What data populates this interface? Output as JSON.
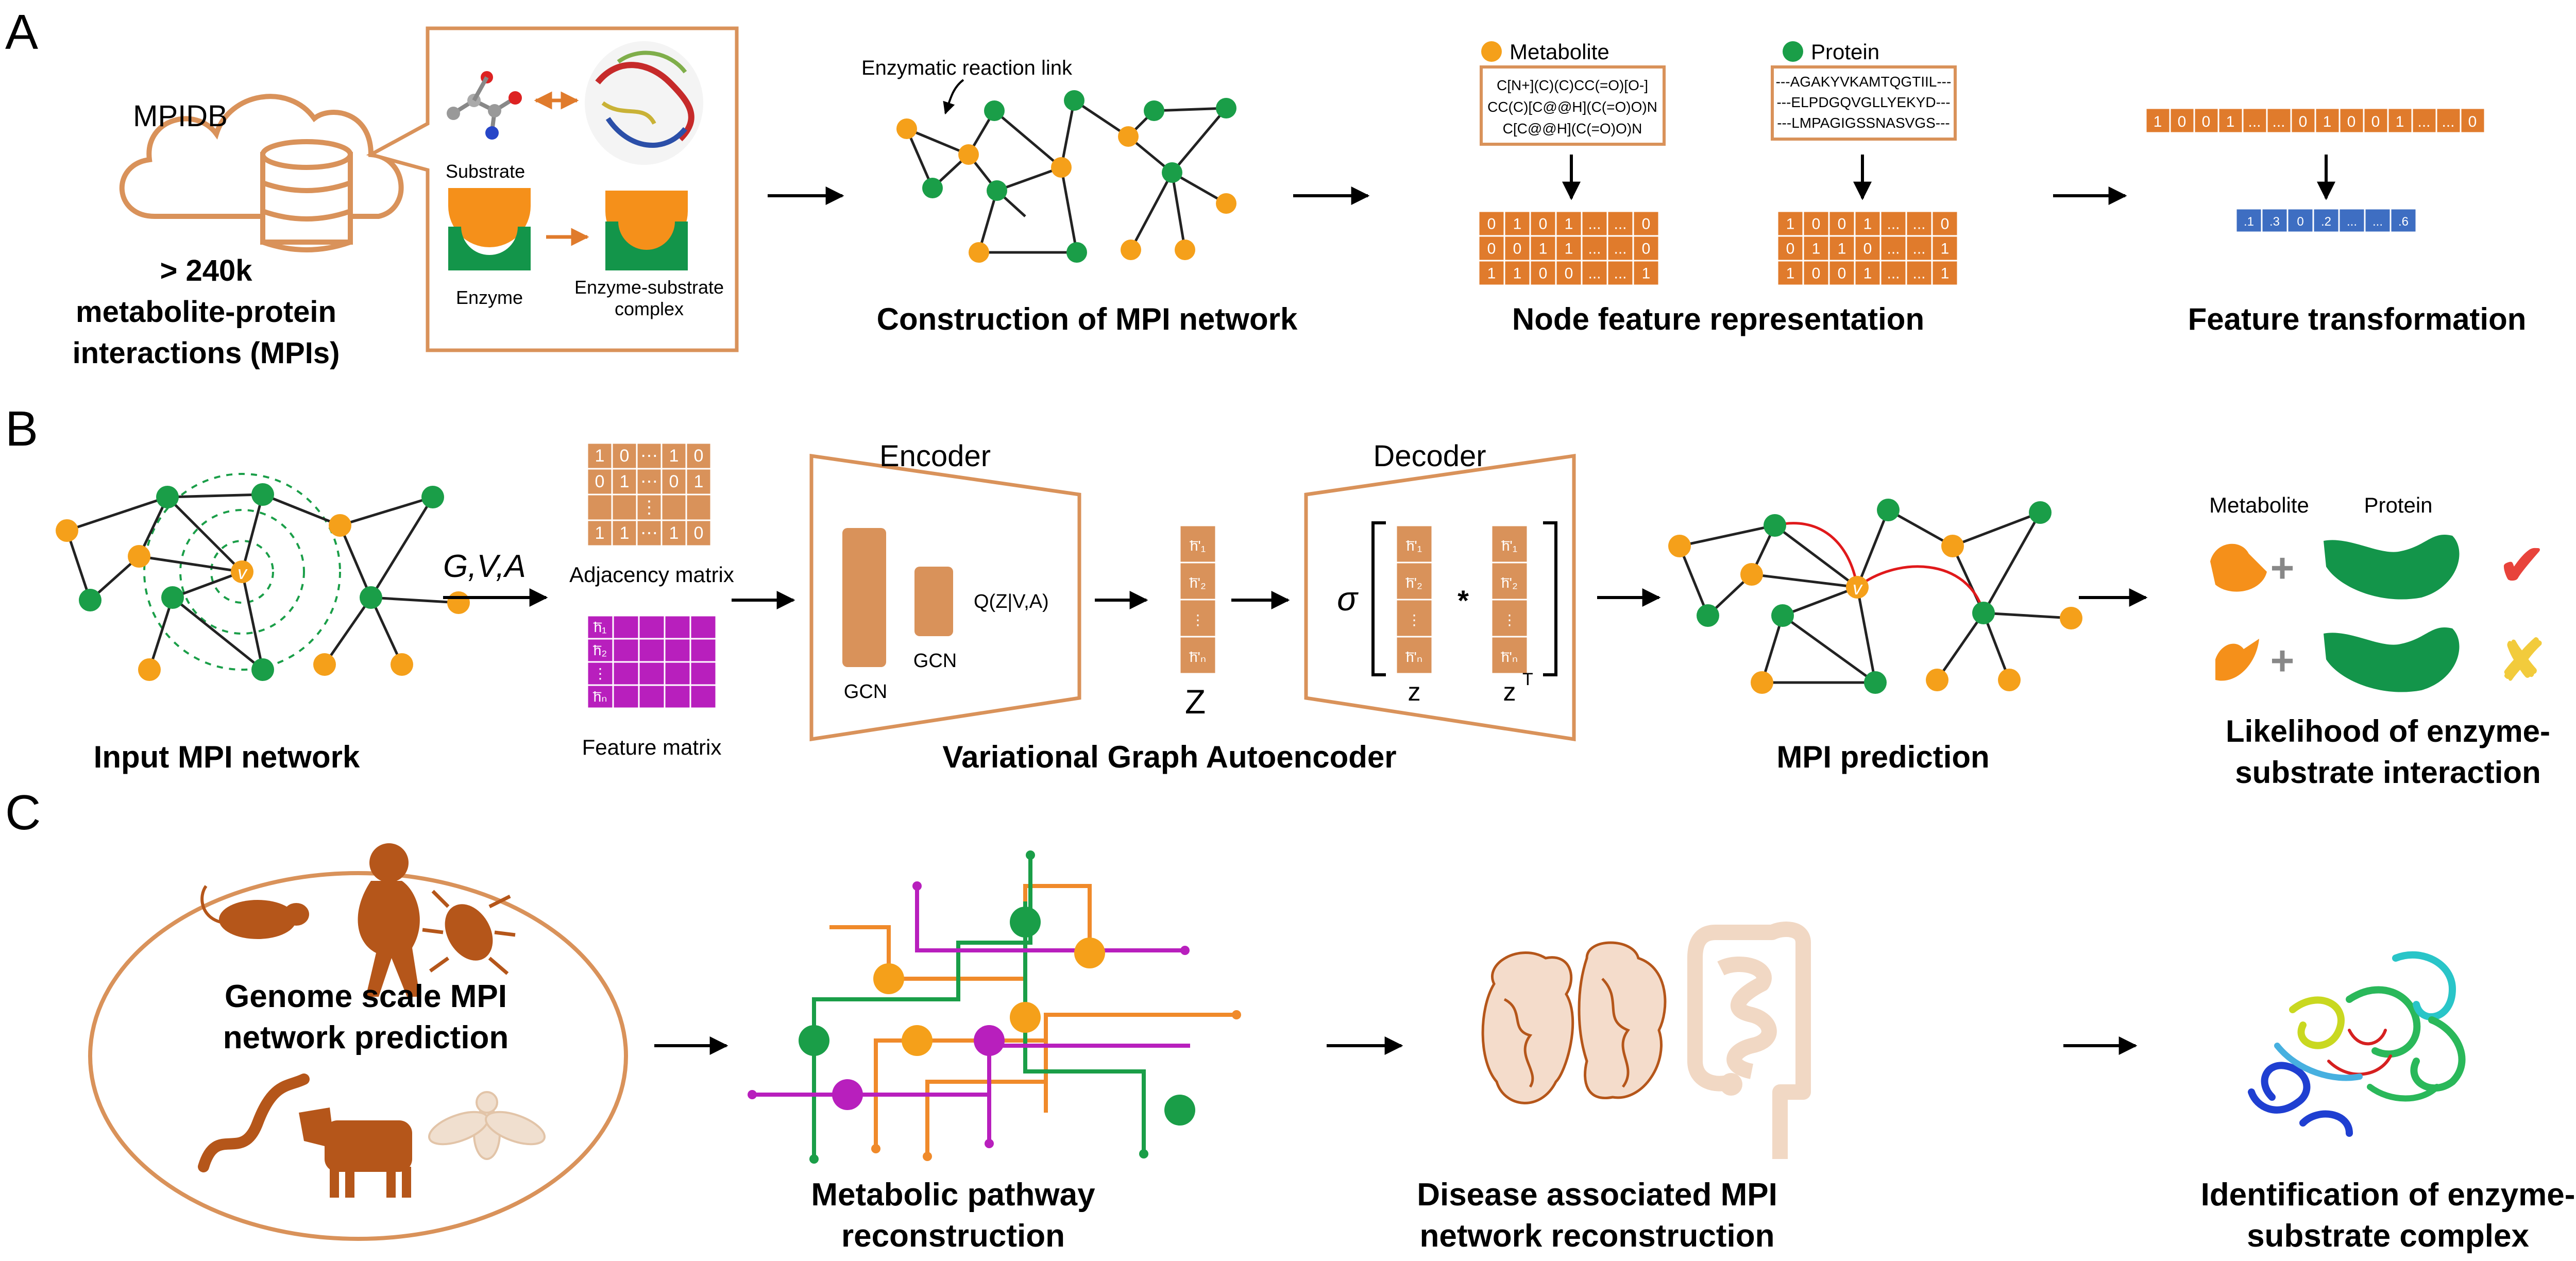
{
  "panels": {
    "a": {
      "label": "A",
      "db_name": "MPIDB",
      "count": "> 240k",
      "count_caption_1": "metabolite-protein",
      "count_caption_2": "interactions (MPIs)",
      "substrate_label": "Substrate",
      "enzyme_label": "Enzyme",
      "complex_label_1": "Enzyme-substrate",
      "complex_label_2": "complex",
      "reaction_link_label": "Enzymatic reaction link",
      "network_caption": "Construction of MPI network",
      "legend_metabolite": "Metabolite",
      "legend_protein": "Protein",
      "smiles": [
        "C[N+](C)(C)CC(=O)[O-]",
        "CC(C)[C@@H](C(=O)O)N",
        "C[C@@H](C(=O)O)N"
      ],
      "sequences": [
        "---AGAKYVKAMTQGTIIL---",
        "---ELPDGQVGLLYEKYD---",
        "---LMPAGIGSSNASVGS---"
      ],
      "metabolite_matrix": [
        [
          "0",
          "1",
          "0",
          "1",
          "...",
          "...",
          "0"
        ],
        [
          "0",
          "0",
          "1",
          "1",
          "...",
          "...",
          "0"
        ],
        [
          "1",
          "1",
          "0",
          "0",
          "...",
          "...",
          "1"
        ]
      ],
      "protein_matrix": [
        [
          "1",
          "0",
          "0",
          "1",
          "...",
          "...",
          "0"
        ],
        [
          "0",
          "1",
          "1",
          "0",
          "...",
          "...",
          "1"
        ],
        [
          "1",
          "0",
          "0",
          "1",
          "...",
          "...",
          "1"
        ]
      ],
      "node_feature_caption": "Node feature representation",
      "binary_vector": [
        "1",
        "0",
        "0",
        "1",
        "...",
        "...",
        "0",
        "1",
        "0",
        "0",
        "1",
        "...",
        "...",
        "0"
      ],
      "float_vector": [
        ".1",
        ".3",
        "0",
        ".2",
        "...",
        "...",
        ".6"
      ],
      "transform_caption": "Feature transformation"
    },
    "b": {
      "label": "B",
      "input_caption": "Input MPI network",
      "node_v": "v",
      "gva": "G,V,A",
      "adjacency_label": "Adjacency matrix",
      "adjacency": [
        [
          "1",
          "0",
          "⋯",
          "1",
          "0"
        ],
        [
          "0",
          "1",
          "⋯",
          "0",
          "1"
        ],
        [
          "",
          "",
          "⋮",
          "",
          ""
        ],
        [
          "1",
          "1",
          "⋯",
          "1",
          "0"
        ]
      ],
      "feature_label": "Feature matrix",
      "feature_rows": [
        "h̅₁",
        "h̅₂",
        "⋮",
        "h̅ₙ"
      ],
      "encoder_label": "Encoder",
      "gcn_1": "GCN",
      "gcn_2": "GCN",
      "q_label": "Q(Z|V,A)",
      "z_rows": [
        "h̅'₁",
        "h̅'₂",
        "⋮",
        "h̅'ₙ"
      ],
      "z_label": "Z",
      "decoder_label": "Decoder",
      "sigma": "σ",
      "times": "*",
      "dec_z": "z",
      "dec_zt": "z",
      "dec_zt_sup": "T",
      "vae_caption": "Variational Graph Autoencoder",
      "prediction_caption": "MPI prediction",
      "lik_metabolite": "Metabolite",
      "lik_protein": "Protein",
      "plus": "+",
      "check": "✔",
      "cross": "✘",
      "likelihood_caption_1": "Likelihood of enzyme-",
      "likelihood_caption_2": "substrate interaction"
    },
    "c": {
      "label": "C",
      "genome_caption_1": "Genome scale MPI",
      "genome_caption_2": "network prediction",
      "pathway_caption_1": "Metabolic pathway",
      "pathway_caption_2": "reconstruction",
      "disease_caption_1": "Disease associated MPI",
      "disease_caption_2": "network reconstruction",
      "complex_caption_1": "Identification of enzyme-",
      "complex_caption_2": "substrate complex"
    }
  },
  "colors": {
    "metabolite": "#f5a01a",
    "protein": "#1a9e48",
    "matrix": "#e07b2c",
    "matrix_light": "#d9925a",
    "feature": "#b81fbd",
    "vector_blue": "#3e6ec2",
    "outline": "#d9925a",
    "animal": "#b5561a",
    "check": "#e8433b",
    "cross": "#f2cb3c",
    "edge_pred": "#e0191b"
  },
  "icons": [
    "cloud-database-icon",
    "molecule-icon",
    "protein-structure-icon",
    "mouse-icon",
    "primate-icon",
    "beetle-icon",
    "worm-icon",
    "cow-icon",
    "fly-icon",
    "brain-slice-icon",
    "intestine-icon",
    "protein-ribbon-icon"
  ]
}
